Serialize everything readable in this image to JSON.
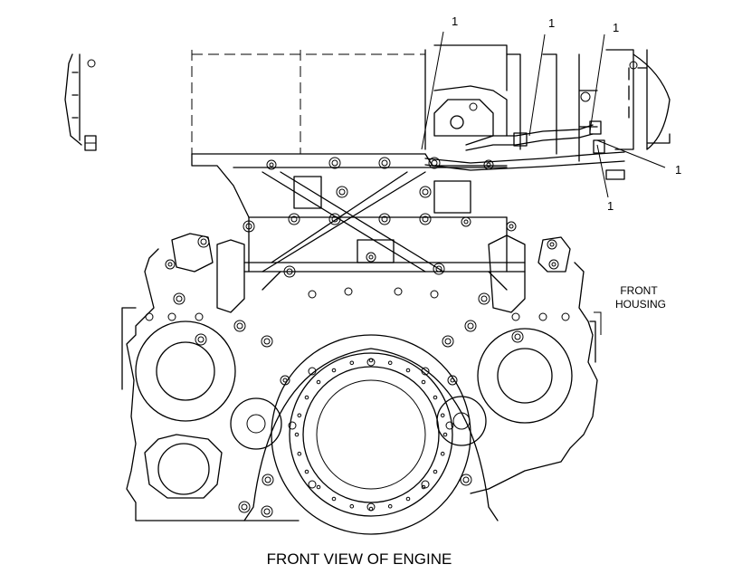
{
  "drawing": {
    "caption": "FRONT VIEW OF ENGINE",
    "callouts": [
      "1",
      "1",
      "1",
      "1",
      "1"
    ],
    "label_front_housing": [
      "FRONT",
      "HOUSING"
    ]
  }
}
